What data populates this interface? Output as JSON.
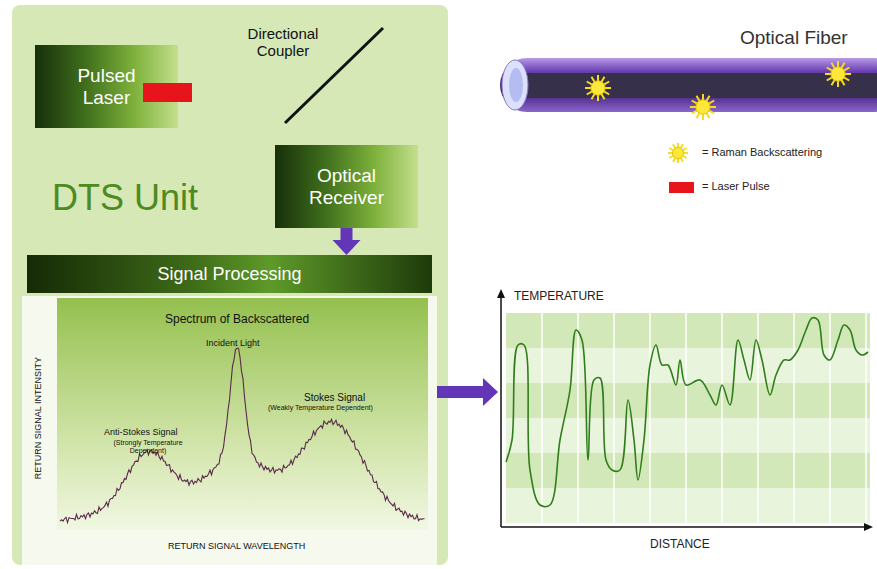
{
  "diagram": {
    "nodes": [
      {
        "text": [
          "DTS Unit"
        ]
      },
      {
        "text": [
          "Pulsed Laser"
        ],
        "in": 0
      },
      {
        "text": [
          "Optical Receiver"
        ],
        "in": 0
      },
      {
        "text": [
          "Signal Processing"
        ],
        "in": 0
      },
      {
        "text": [
          "Spectrum of Backscattered"
        ],
        "in": 0
      },
      {
        "text": [
          "TEMPERATURE",
          "DISTANCE"
        ]
      }
    ],
    "edges": [
      {
        "from": 2,
        "to": 3,
        "arrow": "to"
      },
      {
        "from": 4,
        "to": 5,
        "arrow": "to"
      }
    ],
    "labels": [
      "Directional Coupler",
      "Optical Fiber",
      "Incident Light",
      "Anti-Stokes Signal",
      "(Strongly Temperature Dependent)",
      "Stokes Signal",
      "(Weakly Temperature Dependent)",
      "RETURN SIGNAL INTENSITY",
      "RETURN SIGNAL WAVELENGTH"
    ],
    "legend": [
      {
        "text": "= Raman Backscattering"
      },
      {
        "text": "= Laser Pulse",
        "color": "#e8141c"
      }
    ]
  }
}
